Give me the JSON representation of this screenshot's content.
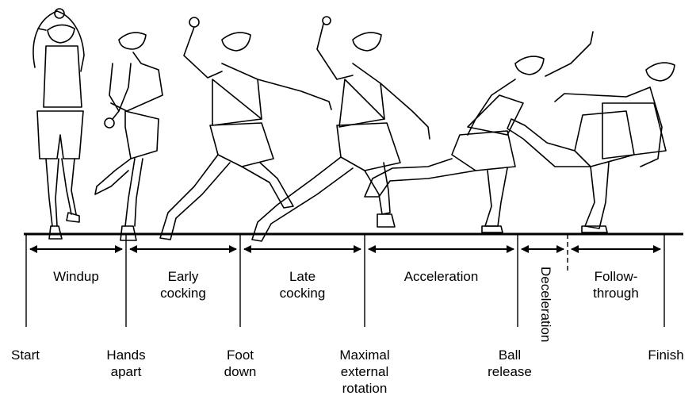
{
  "phases": [
    {
      "id": "windup",
      "label": "Windup"
    },
    {
      "id": "early-cocking",
      "label": "Early\ncocking"
    },
    {
      "id": "late-cocking",
      "label": "Late\ncocking"
    },
    {
      "id": "acceleration",
      "label": "Acceleration"
    },
    {
      "id": "deceleration",
      "label": "Deceleration"
    },
    {
      "id": "follow-through",
      "label": "Follow-\nthrough"
    }
  ],
  "events": [
    {
      "id": "start",
      "label": "Start"
    },
    {
      "id": "hands-apart",
      "label": "Hands\napart"
    },
    {
      "id": "foot-down",
      "label": "Foot\ndown"
    },
    {
      "id": "max-ext-rotation",
      "label": "Maximal\nexternal\nrotation"
    },
    {
      "id": "ball-release",
      "label": "Ball\nrelease"
    },
    {
      "id": "finish",
      "label": "Finish"
    }
  ],
  "figures": [
    "pitcher-figure-windup",
    "pitcher-figure-hands-apart",
    "pitcher-figure-early-cocking",
    "pitcher-figure-late-cocking",
    "pitcher-figure-ball-release",
    "pitcher-figure-follow-through"
  ]
}
